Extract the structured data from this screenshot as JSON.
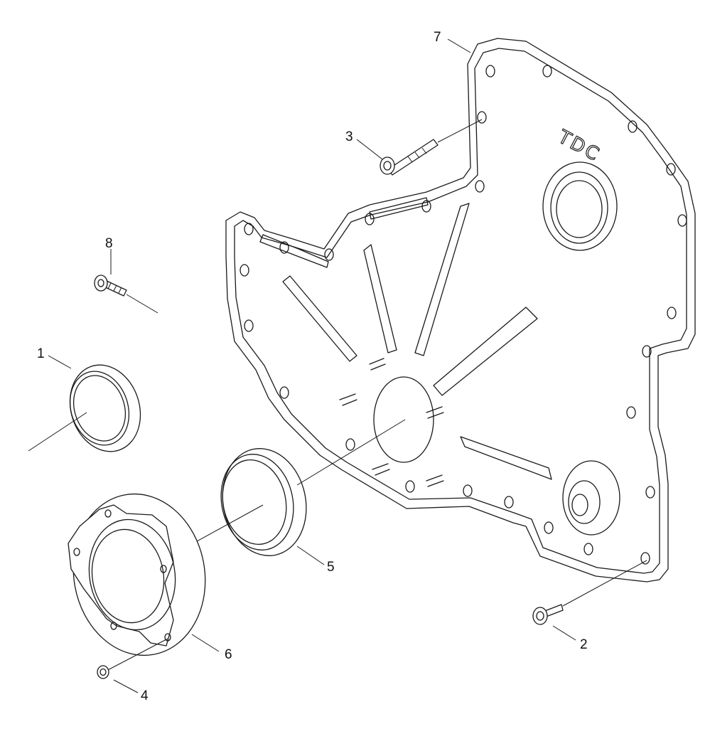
{
  "diagram": {
    "cover_stamp": "TDC",
    "callouts": {
      "c1": "1",
      "c2": "2",
      "c3": "3",
      "c4": "4",
      "c5": "5",
      "c6": "6",
      "c7": "7",
      "c8": "8"
    }
  }
}
